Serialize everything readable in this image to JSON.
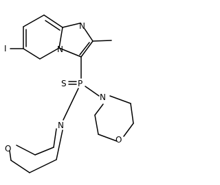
{
  "molecule": {
    "atoms": {
      "iodine": "I",
      "imidazole_n": "N",
      "bridgehead_n": "N",
      "phosphorus": "P",
      "sulfur": "S",
      "morpholine_1_n": "N",
      "morpholine_1_o": "O",
      "morpholine_2_n": "N",
      "morpholine_2_o": "O"
    }
  }
}
